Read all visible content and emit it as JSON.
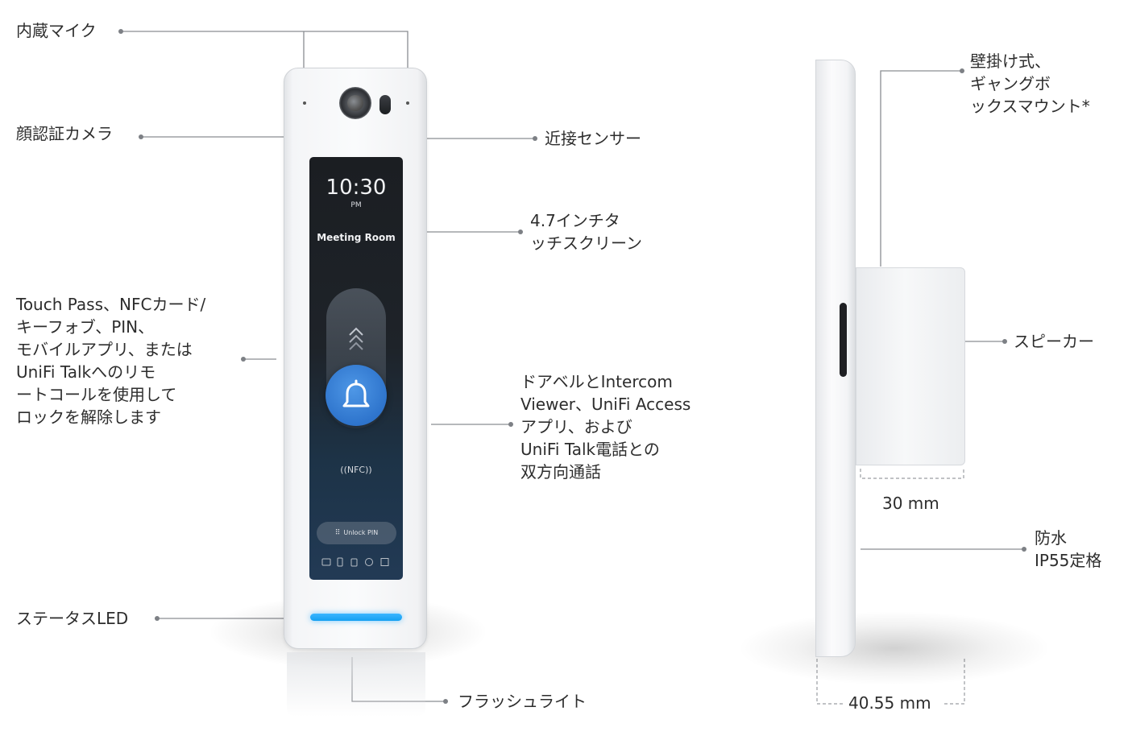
{
  "front": {
    "screen": {
      "time": "10:30",
      "ampm": "PM",
      "room": "Meeting Room",
      "nfc": "((NFC))",
      "unlock": "Unlock PIN"
    },
    "labels": {
      "mic": "内蔵マイク",
      "camera": "顔認証カメラ",
      "proximity": "近接センサー",
      "touchscreen": "4.7インチタ\nッチスクリーン",
      "unlock_methods": "Touch Pass、NFCカード/\nキーフォブ、PIN、\nモバイルアプリ、または\nUniFi Talkへのリモ\nートコールを使用して\nロックを解除します",
      "intercom": "ドアベルとIntercom\nViewer、UniFi Access\nアプリ、および\nUniFi Talk電話との\n双方向通話",
      "status_led": "ステータスLED",
      "flashlight": "フラッシュライト"
    },
    "colors": {
      "led": "#1aa3f5",
      "bell": "#2f78d2"
    }
  },
  "side": {
    "labels": {
      "mount": "壁掛け式、\nギャングボ\nックスマウント*",
      "speaker": "スピーカー",
      "waterproof": "防水\nIP55定格"
    },
    "dimensions": {
      "depth_box": "30 mm",
      "depth_total": "40.55 mm"
    }
  }
}
